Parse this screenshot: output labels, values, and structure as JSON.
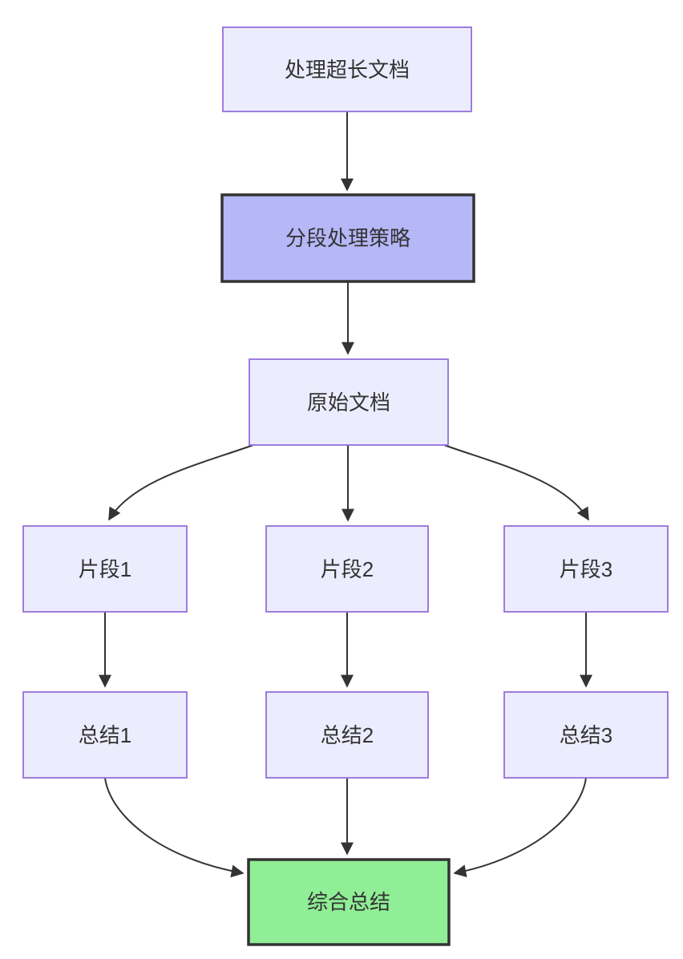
{
  "diagram": {
    "type": "flowchart",
    "direction": "top-down",
    "colors": {
      "background": "#ffffff",
      "default_fill": "#ECECFF",
      "default_border": "#9370DB",
      "strategy_fill": "#b5b7f7",
      "final_fill": "#90ee96",
      "emphasis_border": "#333333",
      "edge": "#333333",
      "text": "#333333"
    },
    "nodes": [
      {
        "id": "process-long-document",
        "label": "处理超长文档",
        "style": "default"
      },
      {
        "id": "segmentation-strategy",
        "label": "分段处理策略",
        "style": "emphasis-purple"
      },
      {
        "id": "original-document",
        "label": "原始文档",
        "style": "default"
      },
      {
        "id": "fragment-1",
        "label": "片段1",
        "style": "default"
      },
      {
        "id": "fragment-2",
        "label": "片段2",
        "style": "default"
      },
      {
        "id": "fragment-3",
        "label": "片段3",
        "style": "default"
      },
      {
        "id": "summary-1",
        "label": "总结1",
        "style": "default"
      },
      {
        "id": "summary-2",
        "label": "总结2",
        "style": "default"
      },
      {
        "id": "summary-3",
        "label": "总结3",
        "style": "default"
      },
      {
        "id": "final-summary",
        "label": "综合总结",
        "style": "emphasis-green"
      }
    ],
    "edges": [
      {
        "from": "处理超长文档",
        "to": "分段处理策略"
      },
      {
        "from": "分段处理策略",
        "to": "原始文档"
      },
      {
        "from": "原始文档",
        "to": "片段1"
      },
      {
        "from": "原始文档",
        "to": "片段2"
      },
      {
        "from": "原始文档",
        "to": "片段3"
      },
      {
        "from": "片段1",
        "to": "总结1"
      },
      {
        "from": "片段2",
        "to": "总结2"
      },
      {
        "from": "片段3",
        "to": "总结3"
      },
      {
        "from": "总结1",
        "to": "综合总结"
      },
      {
        "from": "总结2",
        "to": "综合总结"
      },
      {
        "from": "总结3",
        "to": "综合总结"
      }
    ]
  }
}
